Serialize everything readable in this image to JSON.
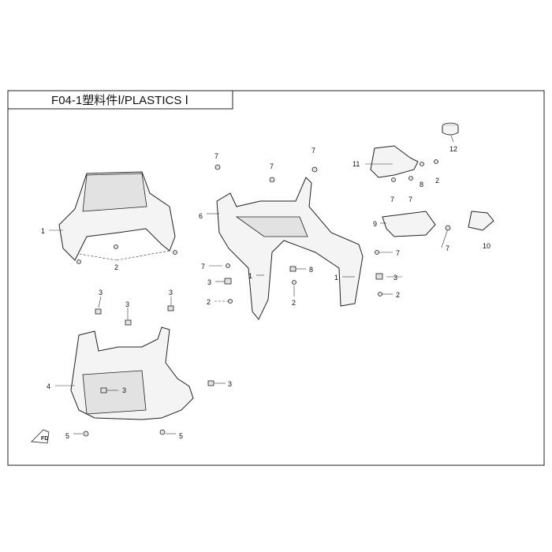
{
  "title": "F04-1塑料件Ⅰ/PLASTICS Ⅰ",
  "callouts": [
    "1",
    "2",
    "3",
    "3",
    "3",
    "4",
    "3",
    "3",
    "5",
    "5",
    "6",
    "7",
    "7",
    "7",
    "11",
    "12",
    "2",
    "8",
    "7",
    "7",
    "9",
    "7",
    "10",
    "7",
    "3",
    "1",
    "8",
    "2",
    "2",
    "7",
    "1",
    "3",
    "2"
  ],
  "logo_text": "FD"
}
